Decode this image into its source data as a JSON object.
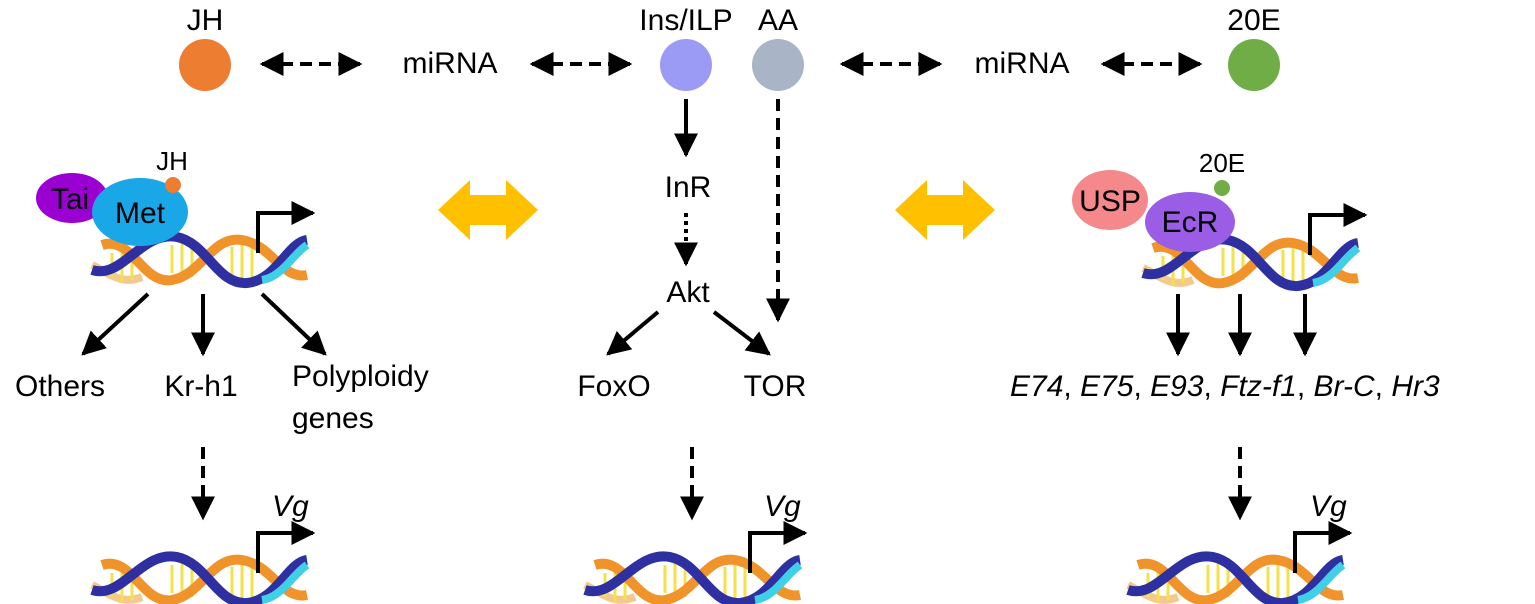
{
  "colors": {
    "jh": "#ed7d31",
    "ins": "#9b9bf5",
    "aa": "#a9b4c6",
    "e20": "#70ad47",
    "tai": "#9b00d3",
    "met": "#1aa7e8",
    "usp": "#f4888a",
    "ecr": "#9b5de5",
    "crosstalk": "#ffc000"
  },
  "top": {
    "jh": "JH",
    "mirna_left": "miRNA",
    "ins": "Ins/ILP",
    "aa": "AA",
    "mirna_right": "miRNA",
    "e20": "20E"
  },
  "jh_pathway": {
    "jh_small": "JH",
    "tai": "Tai",
    "met": "Met",
    "target_others": "Others",
    "target_krh1": "Kr-h1",
    "target_poly_1": "Polyploidy",
    "target_poly_2": "genes",
    "vg": "Vg"
  },
  "ins_pathway": {
    "inr": "InR",
    "akt": "Akt",
    "foxo": "FoxO",
    "tor": "TOR",
    "vg": "Vg"
  },
  "e20_pathway": {
    "e20_small": "20E",
    "usp": "USP",
    "ecr": "EcR",
    "genes": [
      "E74",
      "E75",
      "E93",
      "Ftz-f1",
      "Br-C",
      "Hr3"
    ],
    "separator": ", ",
    "vg": "Vg"
  },
  "icons": [
    "dna-helix-icon",
    "transcription-start-arrow-icon",
    "double-arrow-icon"
  ]
}
